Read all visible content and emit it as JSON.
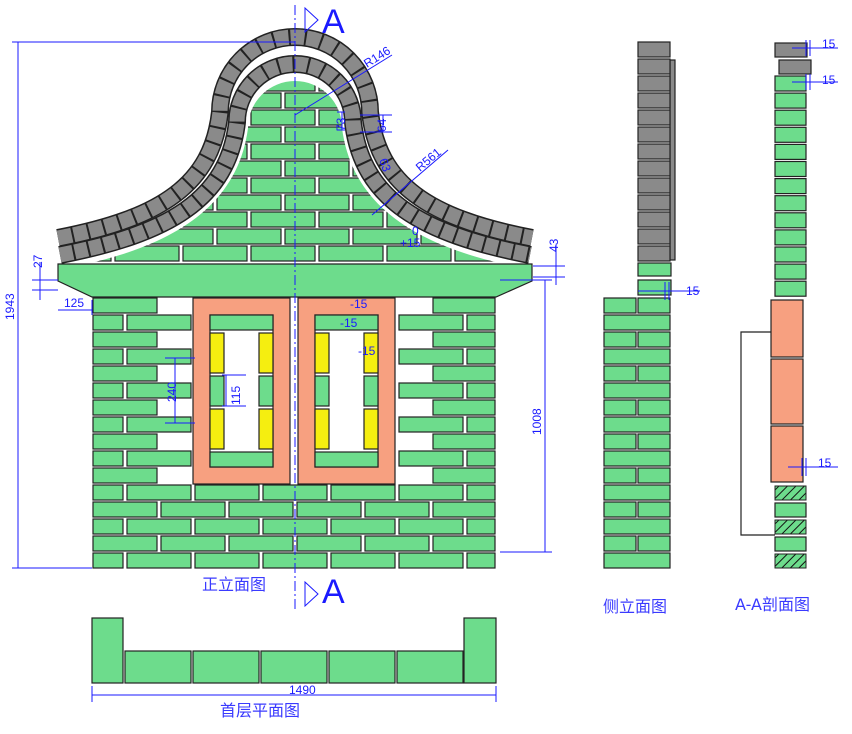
{
  "colors": {
    "brick": "#6ddc8c",
    "stone": "#8a8a8a",
    "frame": "#f7a080",
    "bar": "#f5ee10",
    "dimension": "#1a1aff"
  },
  "section_marker": {
    "top": "A",
    "bottom": "A"
  },
  "titles": {
    "front": "正立面图",
    "side": "侧立面图",
    "section": "A-A剖面图",
    "plan": "首层平面图"
  },
  "front_dims": {
    "height_total": "1943",
    "height_wall": "1008",
    "r_small": "R146",
    "r_large": "R561",
    "d73": "73",
    "d64": "64",
    "d63": "63",
    "d0": "0",
    "d_plus15": "+15",
    "d43": "43",
    "d27": "27",
    "d125": "125",
    "d240": "240",
    "d115": "115",
    "m15a": "-15",
    "m15b": "-15",
    "m15c": "-15"
  },
  "side_dims": {
    "d15": "15"
  },
  "section_dims": {
    "d15a": "15",
    "d15b": "15",
    "d15c": "15"
  },
  "plan_dims": {
    "width": "1490"
  }
}
